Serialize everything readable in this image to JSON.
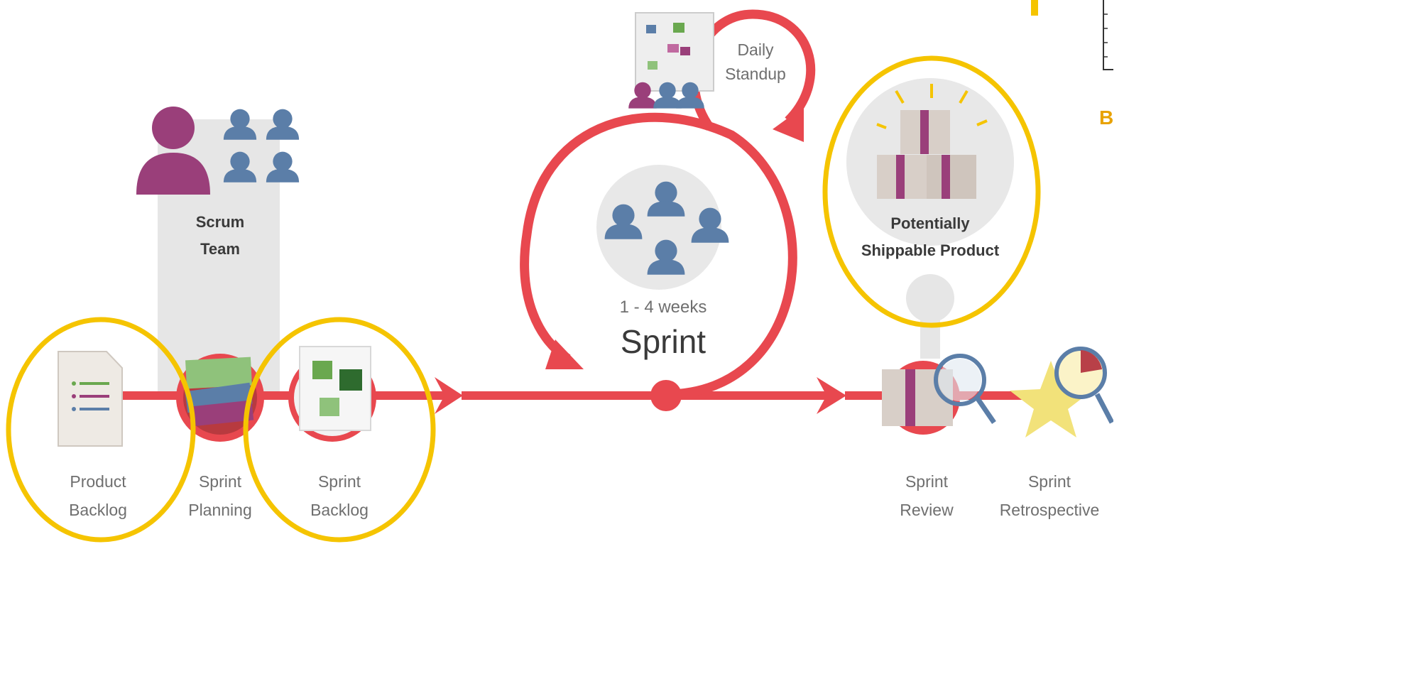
{
  "colors": {
    "flow_red": "#e8484f",
    "highlight_yellow": "#f5c400",
    "person_blue": "#5b7ea8",
    "person_purple": "#9a3f7a",
    "panel_gray": "#e6e6e6",
    "box_beige": "#d8cfc8"
  },
  "stages": {
    "product_backlog": {
      "line1": "Product",
      "line2": "Backlog",
      "icon": "document-list-icon"
    },
    "sprint_planning": {
      "line1": "Sprint",
      "line2": "Planning",
      "icon": "stacked-cards-icon"
    },
    "sprint_backlog": {
      "line1": "Sprint",
      "line2": "Backlog",
      "icon": "sticky-notes-board-icon"
    },
    "sprint_review": {
      "line1": "Sprint",
      "line2": "Review",
      "icon": "box-magnifier-icon"
    },
    "sprint_retrospective": {
      "line1": "Sprint",
      "line2": "Retrospective",
      "icon": "star-magnifier-icon"
    }
  },
  "scrum_team": {
    "line1": "Scrum",
    "line2": "Team"
  },
  "daily_standup": {
    "line1": "Daily",
    "line2": "Standup"
  },
  "sprint": {
    "duration": "1 - 4 weeks",
    "title": "Sprint"
  },
  "product": {
    "line1": "Potentially",
    "line2": "Shippable Product"
  },
  "corner_fragment": {
    "letter": "B"
  }
}
